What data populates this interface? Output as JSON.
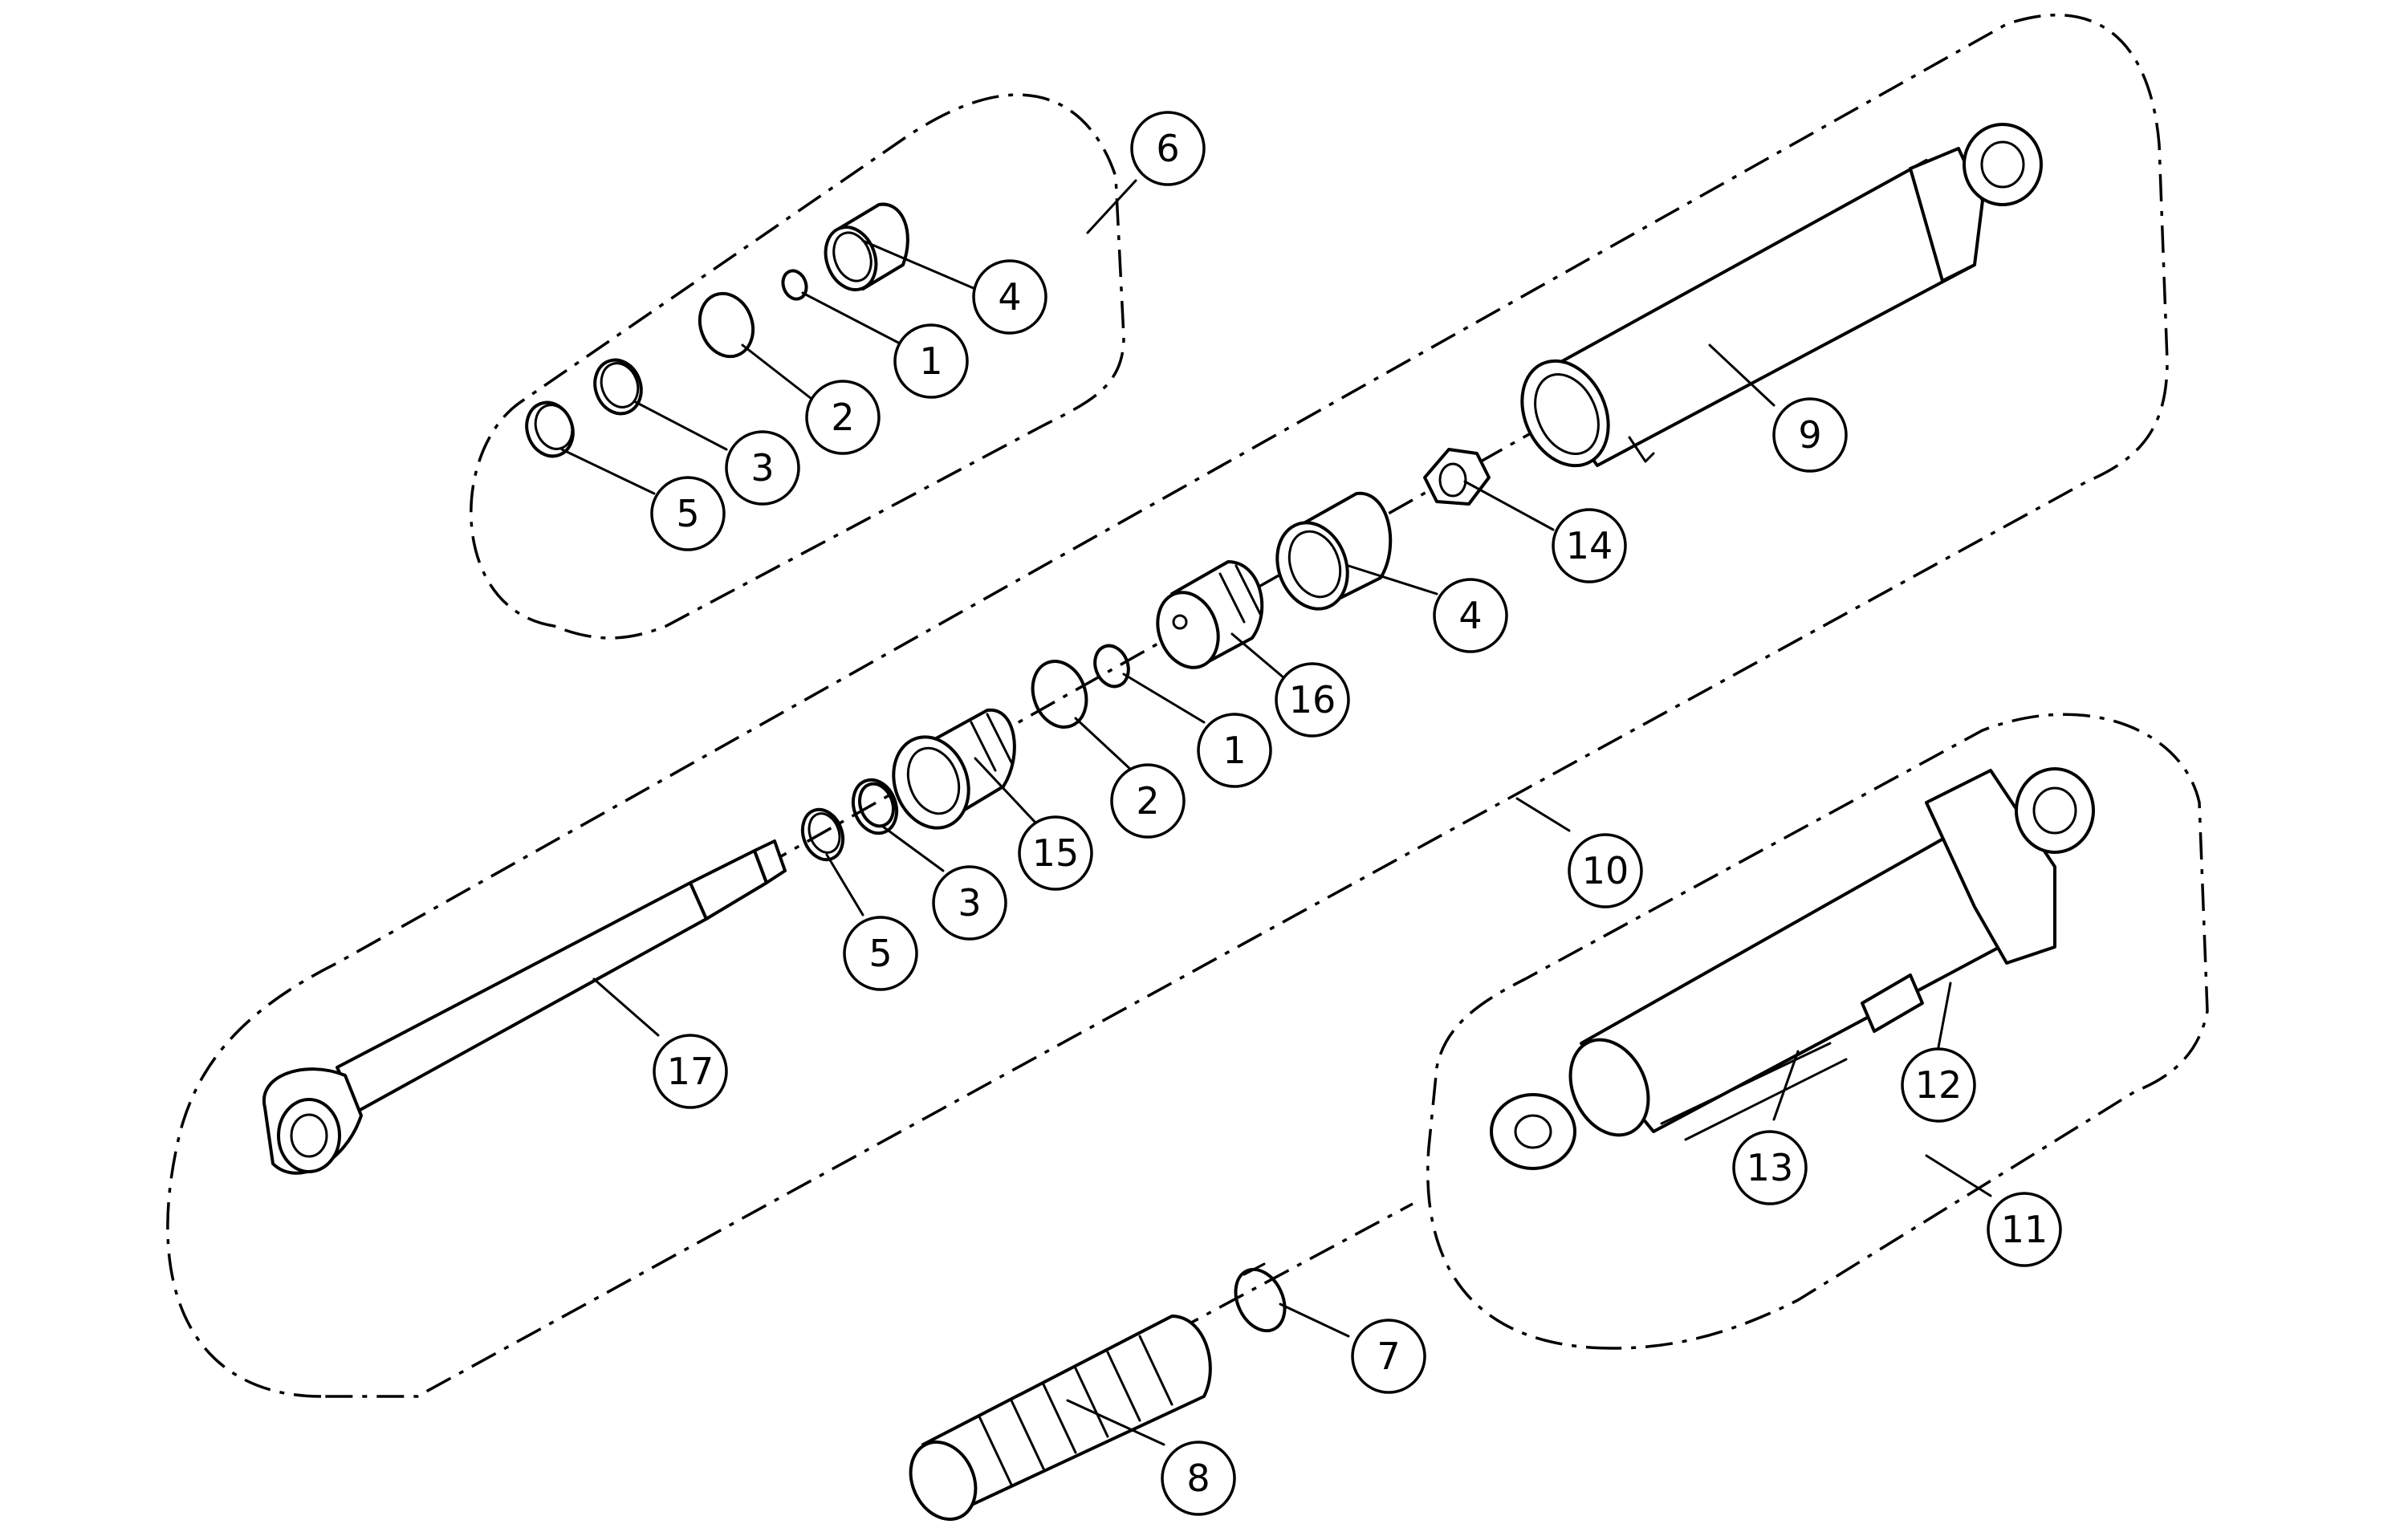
{
  "callouts": [
    {
      "id": "c6",
      "label": "6"
    },
    {
      "id": "c4a",
      "label": "4"
    },
    {
      "id": "c1a",
      "label": "1"
    },
    {
      "id": "c2a",
      "label": "2"
    },
    {
      "id": "c3a",
      "label": "3"
    },
    {
      "id": "c5a",
      "label": "5"
    },
    {
      "id": "c9",
      "label": "9"
    },
    {
      "id": "c14",
      "label": "14"
    },
    {
      "id": "c4b",
      "label": "4"
    },
    {
      "id": "c16",
      "label": "16"
    },
    {
      "id": "c1b",
      "label": "1"
    },
    {
      "id": "c2b",
      "label": "2"
    },
    {
      "id": "c15",
      "label": "15"
    },
    {
      "id": "c3b",
      "label": "3"
    },
    {
      "id": "c5b",
      "label": "5"
    },
    {
      "id": "c10",
      "label": "10"
    },
    {
      "id": "c17",
      "label": "17"
    },
    {
      "id": "c12",
      "label": "12"
    },
    {
      "id": "c13",
      "label": "13"
    },
    {
      "id": "c11",
      "label": "11"
    },
    {
      "id": "c7",
      "label": "7"
    },
    {
      "id": "c8",
      "label": "8"
    }
  ]
}
